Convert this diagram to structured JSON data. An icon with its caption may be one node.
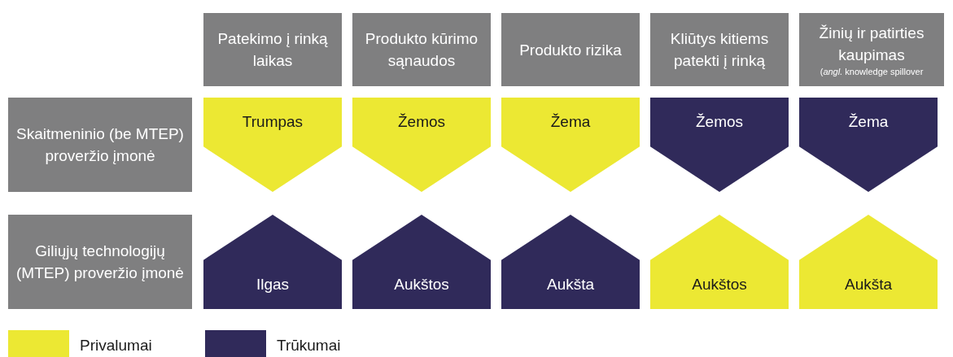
{
  "diagram": {
    "nodes": [
      {
        "text": [
          "Patekimo į rinką laikas"
        ]
      },
      {
        "text": [
          "Produkto kūrimo sąnaudos"
        ]
      },
      {
        "text": [
          "Produkto rizika"
        ]
      },
      {
        "text": [
          "Kliūtys kitiems patekti į rinką"
        ]
      },
      {
        "text": [
          "Žinių ir patirties kaupimas",
          "(*angl.* knowledge spillover"
        ]
      },
      {
        "text": [
          "Skaitmeninio (be MTEP) proveržio įmonė"
        ]
      },
      {
        "text": [
          "Trumpas"
        ]
      },
      {
        "text": [
          "Žemos"
        ]
      },
      {
        "text": [
          "Žema"
        ]
      },
      {
        "text": [
          "Žemos"
        ]
      },
      {
        "text": [
          "Žema"
        ]
      },
      {
        "text": [
          "Giliųjų technologijų (MTEP) proveržio įmonė"
        ]
      },
      {
        "text": [
          "Ilgas"
        ]
      },
      {
        "text": [
          "Aukštos"
        ]
      },
      {
        "text": [
          "Aukšta"
        ]
      },
      {
        "text": [
          "Aukštos"
        ]
      },
      {
        "text": [
          "Aukšta"
        ]
      }
    ],
    "legend": [
      {
        "text": "Privalumai",
        "color": "#ece833"
      },
      {
        "text": "Trūkumai",
        "color": "#302a5a"
      }
    ]
  }
}
